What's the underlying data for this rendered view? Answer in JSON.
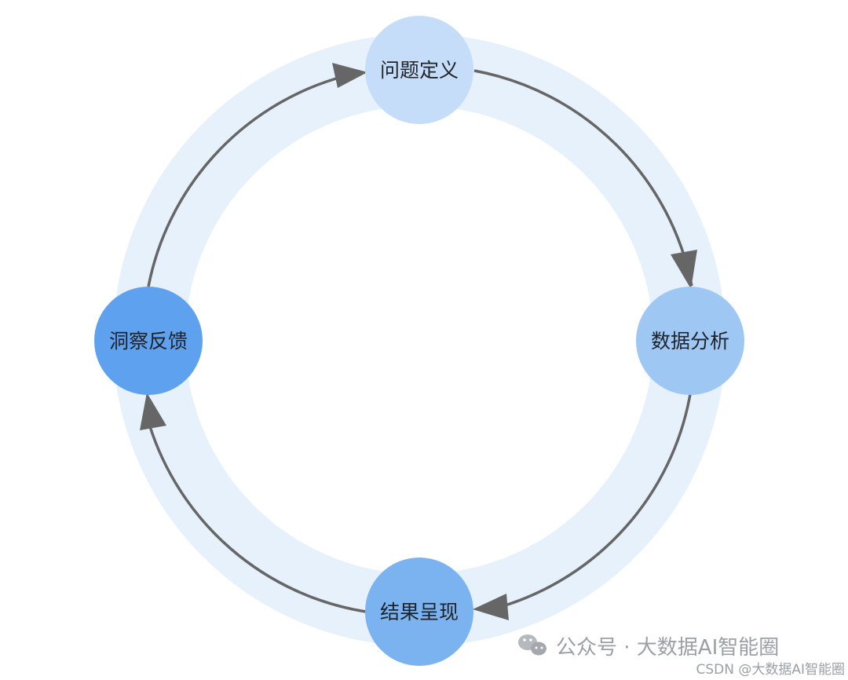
{
  "diagram": {
    "colors": {
      "ring": "#e6f1fc",
      "arrow": "#666666",
      "text": "#1f2329"
    },
    "nodes": [
      {
        "id": "problem-definition",
        "label": "问题定义",
        "color": "#c5ddf8"
      },
      {
        "id": "data-analysis",
        "label": "数据分析",
        "color": "#9ec7f4"
      },
      {
        "id": "result-presentation",
        "label": "结果呈现",
        "color": "#7ab3ef"
      },
      {
        "id": "insight-feedback",
        "label": "洞察反馈",
        "color": "#5ea1ee"
      }
    ]
  },
  "watermark": {
    "account": "公众号 · 大数据AI智能圈",
    "source": "CSDN @大数据AI智能圈"
  }
}
